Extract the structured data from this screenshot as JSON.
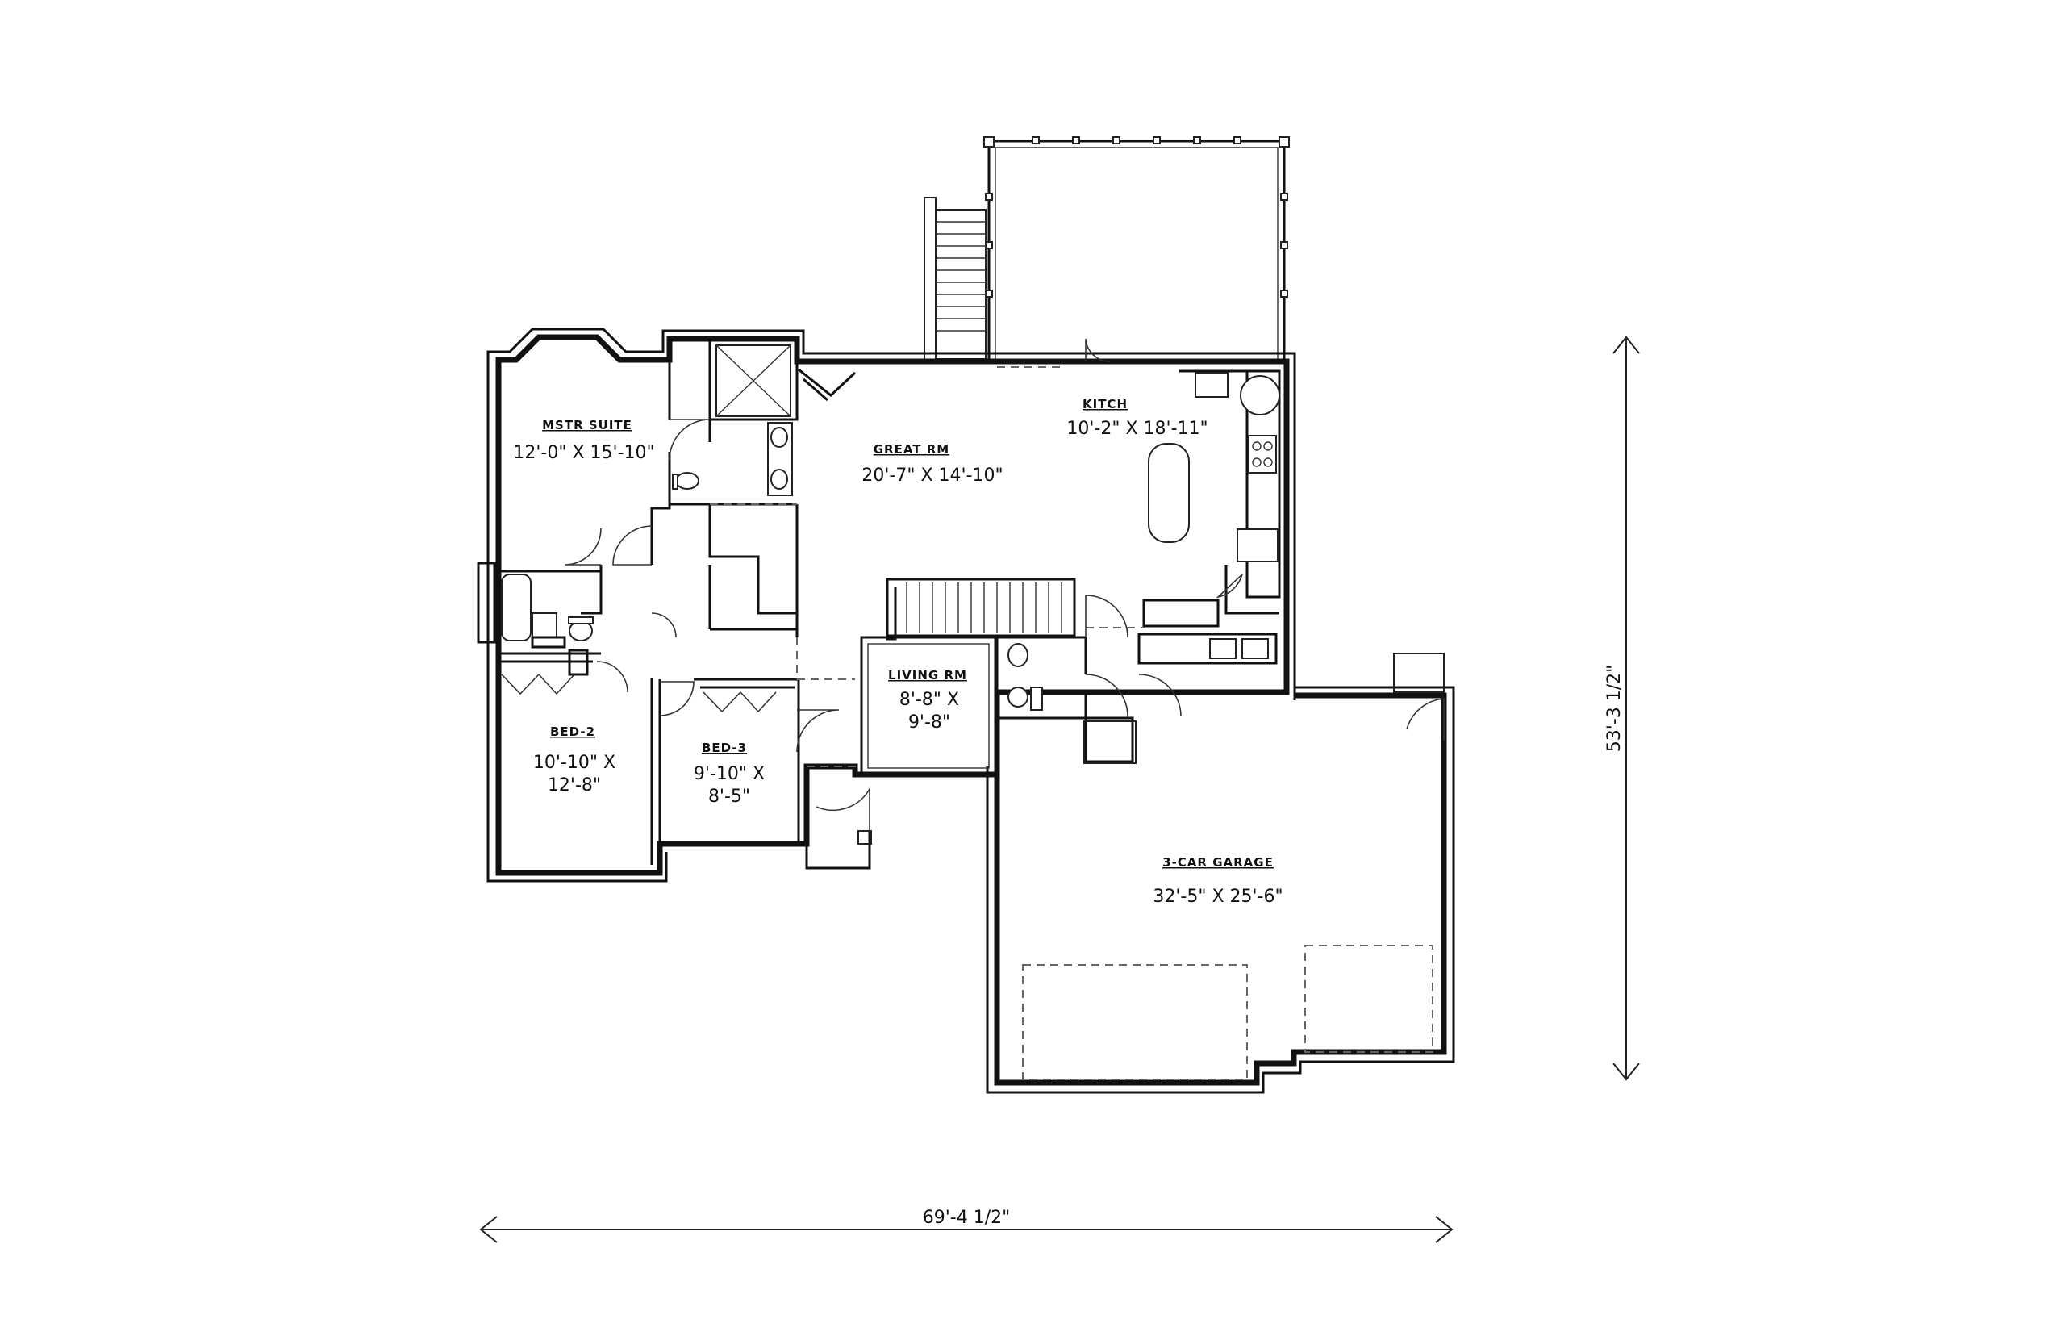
{
  "rooms": {
    "master_suite": {
      "name": "MSTR SUITE",
      "dim": "12'-0\" X 15'-10\""
    },
    "great_room": {
      "name": "GREAT RM",
      "dim": "20'-7\" X 14'-10\""
    },
    "kitchen": {
      "name": "KITCH",
      "dim": "10'-2\" X 18'-11\""
    },
    "bed_2": {
      "name": "BED-2",
      "dim_line1": "10'-10\" X",
      "dim_line2": "12'-8\""
    },
    "bed_3": {
      "name": "BED-3",
      "dim_line1": "9'-10\" X",
      "dim_line2": "8'-5\""
    },
    "living_room": {
      "name": "LIVING RM",
      "dim_line1": "8'-8\" X",
      "dim_line2": "9'-8\""
    },
    "garage": {
      "name": "3-CAR GARAGE",
      "dim": "32'-5\" X 25'-6\""
    }
  },
  "overall": {
    "width": "69'-4 1/2\"",
    "depth": "53'-3 1/2\""
  }
}
